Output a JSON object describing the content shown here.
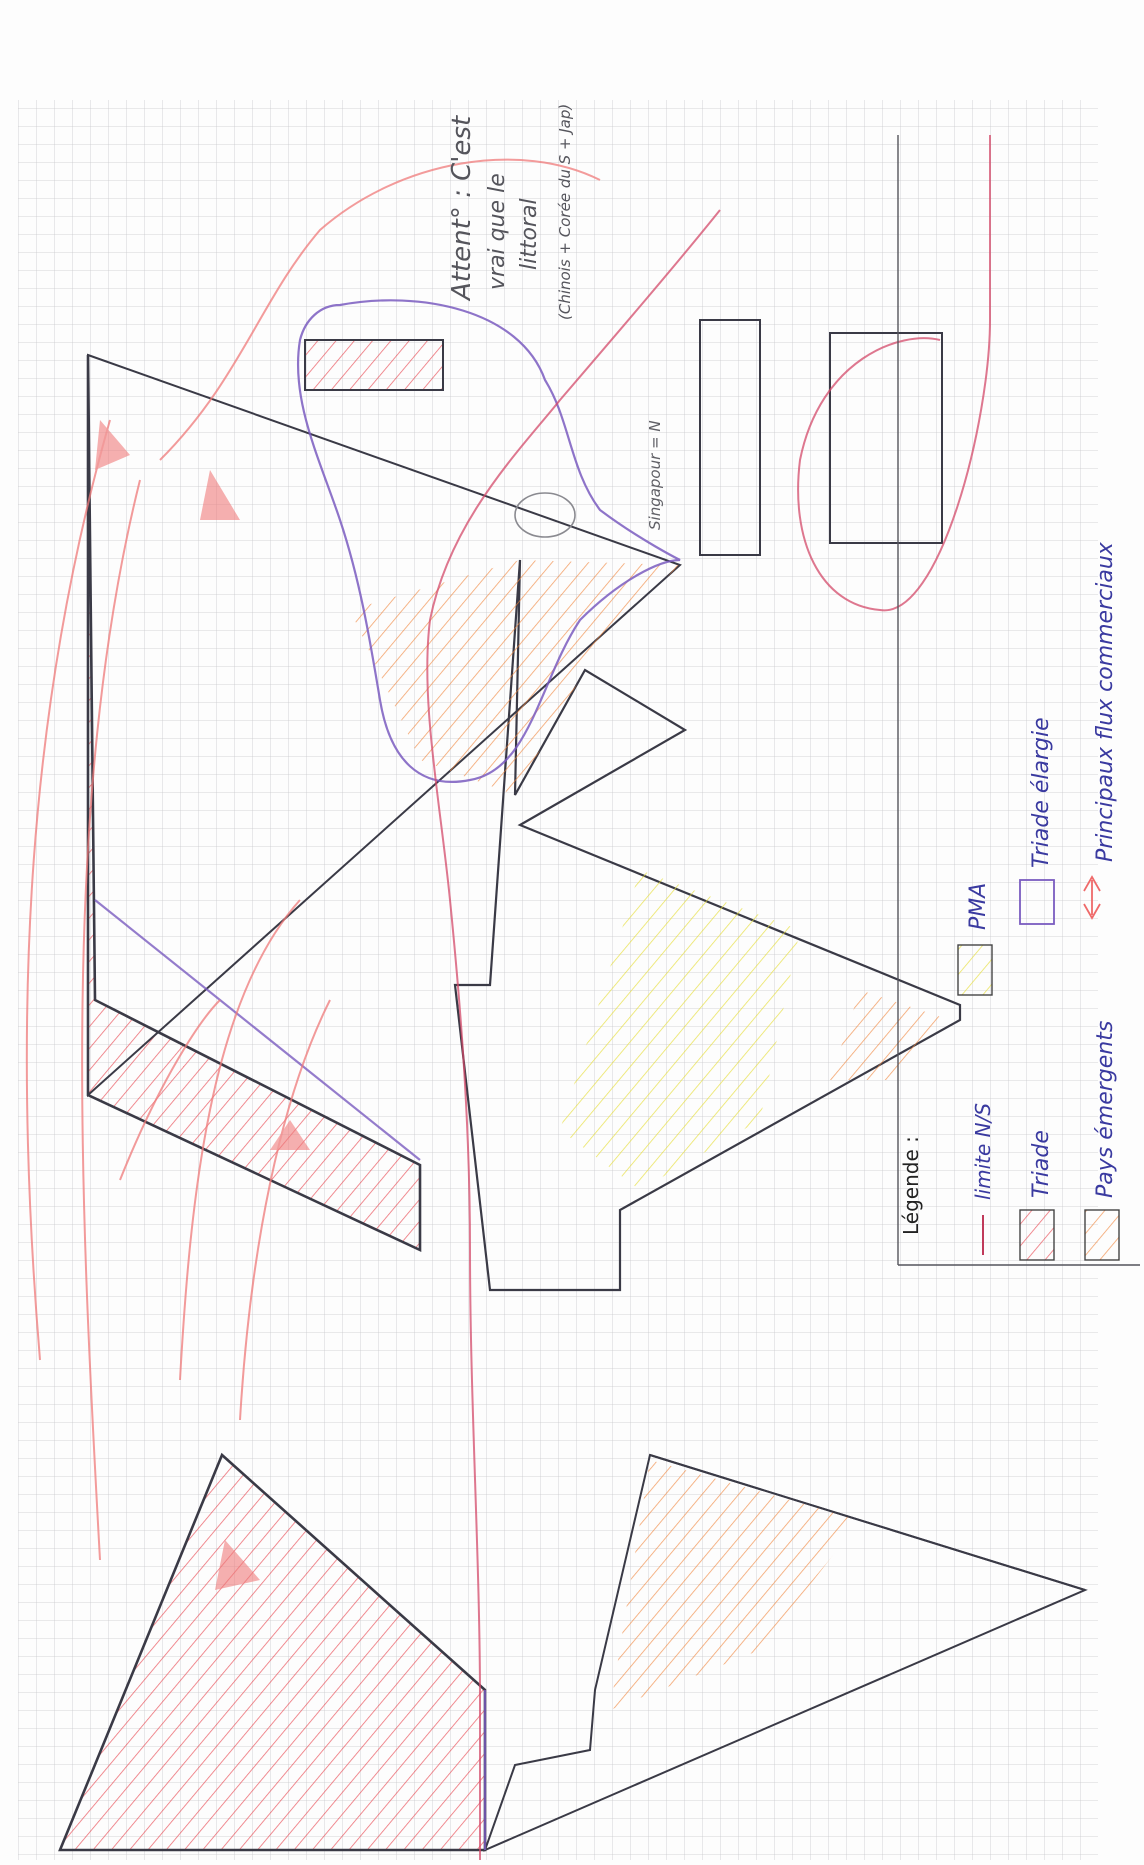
{
  "annotation": {
    "title": "Attent° : C'est",
    "line2": "vrai que le",
    "line3": "littoral",
    "note": "(Chinois + Corée du S + Jap)"
  },
  "singapore_label": "Singapour = N",
  "legend": {
    "title": "Légende :",
    "items": [
      {
        "label": "limite N/S",
        "color": "#c03a5a",
        "swatch": "line"
      },
      {
        "label": "Triade",
        "color": "#e8404a",
        "swatch": "hatched"
      },
      {
        "label": "Pays émergents",
        "color": "#f0853a",
        "swatch": "hatched"
      },
      {
        "label": "PMA",
        "color": "#e6df3a",
        "swatch": "hatched"
      },
      {
        "label": "Triade élargie",
        "color": "#7a5cc0",
        "swatch": "box"
      },
      {
        "label": "Principaux flux commerciaux",
        "color": "#ef6a6a",
        "swatch": "arrow"
      }
    ]
  },
  "colors": {
    "grid": "#c8c8cc",
    "outline": "#3a3a46",
    "triade": "#e8404a",
    "emergents": "#f0853a",
    "pma": "#e6df3a",
    "triade_elargie": "#7a5cc0",
    "limite": "#d34a6a",
    "flux": "#ef7a7a",
    "pencil": "#606066"
  }
}
